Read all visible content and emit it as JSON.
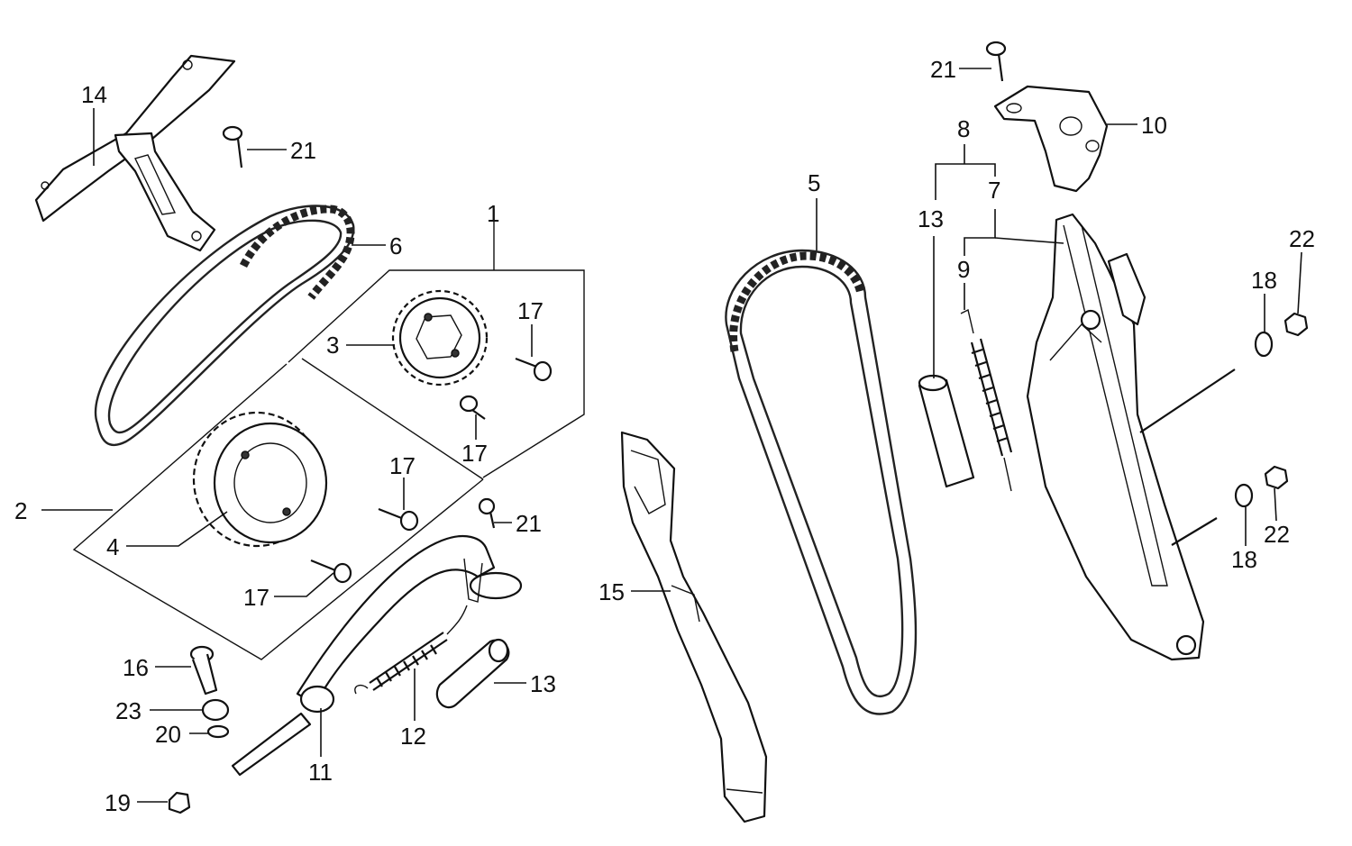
{
  "diagram": {
    "callouts": [
      {
        "id": "c1",
        "text": "1"
      },
      {
        "id": "c2",
        "text": "2"
      },
      {
        "id": "c3",
        "text": "3"
      },
      {
        "id": "c4",
        "text": "4"
      },
      {
        "id": "c5",
        "text": "5"
      },
      {
        "id": "c6",
        "text": "6"
      },
      {
        "id": "c7",
        "text": "7"
      },
      {
        "id": "c8",
        "text": "8"
      },
      {
        "id": "c9",
        "text": "9"
      },
      {
        "id": "c10",
        "text": "10"
      },
      {
        "id": "c11",
        "text": "11"
      },
      {
        "id": "c12",
        "text": "12"
      },
      {
        "id": "c13a",
        "text": "13"
      },
      {
        "id": "c13b",
        "text": "13"
      },
      {
        "id": "c14",
        "text": "14"
      },
      {
        "id": "c15",
        "text": "15"
      },
      {
        "id": "c16",
        "text": "16"
      },
      {
        "id": "c17a",
        "text": "17"
      },
      {
        "id": "c17b",
        "text": "17"
      },
      {
        "id": "c17c",
        "text": "17"
      },
      {
        "id": "c17d",
        "text": "17"
      },
      {
        "id": "c18a",
        "text": "18"
      },
      {
        "id": "c18b",
        "text": "18"
      },
      {
        "id": "c19",
        "text": "19"
      },
      {
        "id": "c20",
        "text": "20"
      },
      {
        "id": "c21a",
        "text": "21"
      },
      {
        "id": "c21b",
        "text": "21"
      },
      {
        "id": "c21c",
        "text": "21"
      },
      {
        "id": "c22a",
        "text": "22"
      },
      {
        "id": "c22b",
        "text": "22"
      },
      {
        "id": "c23",
        "text": "23"
      }
    ]
  }
}
